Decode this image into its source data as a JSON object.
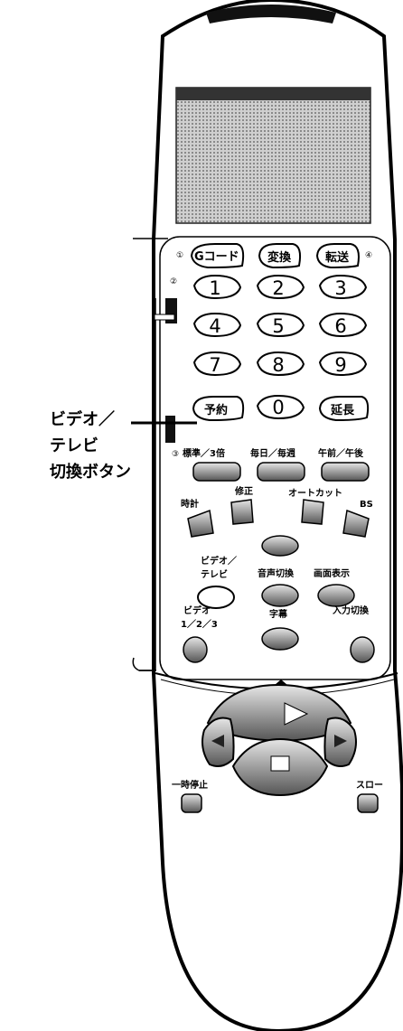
{
  "callout": [
    "ビデオ／",
    "テレビ",
    "切換ボタン"
  ],
  "top_row": {
    "circ_left": "①",
    "gcode": "Gコード",
    "henkan": "変換",
    "tensou": "転送",
    "circ_right": "④"
  },
  "circ2": "②",
  "digits": [
    "1",
    "2",
    "3",
    "4",
    "5",
    "6",
    "7",
    "8",
    "9",
    "0"
  ],
  "yoyaku": "予約",
  "enchou": "延長",
  "circ3": "③",
  "mode_labels": [
    "標準／3倍",
    "毎日／毎週",
    "午前／午後"
  ],
  "tokei": "時計",
  "shusei": "修正",
  "auto_cut": "オートカット",
  "bs": "BS",
  "video_tv": [
    "ビデオ／",
    "テレビ"
  ],
  "onsei": "音声切換",
  "gamen": "画面表示",
  "video123": [
    "ビデオ",
    "1／2／3"
  ],
  "jimaku": "字幕",
  "nyuryoku": "入力切換",
  "ichiji": "一時停止",
  "slow": "スロー"
}
